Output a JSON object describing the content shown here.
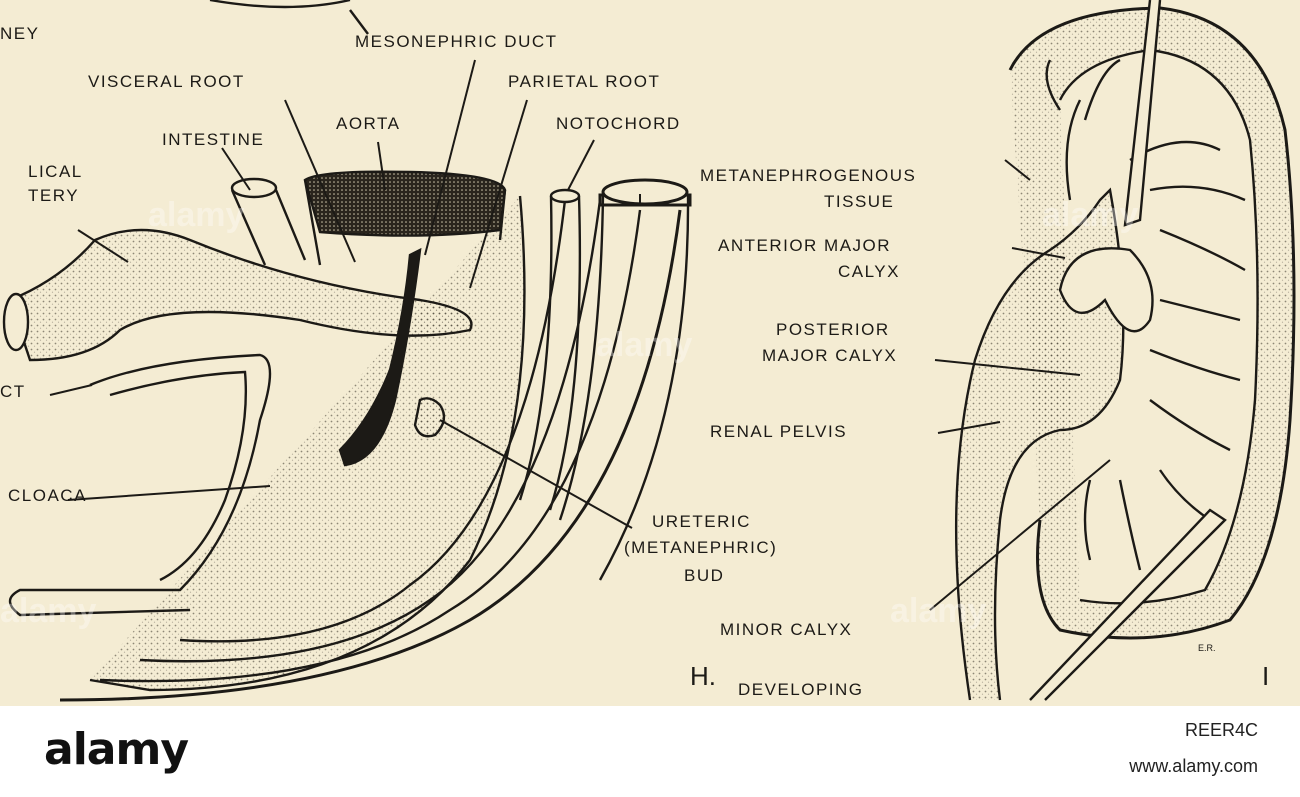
{
  "figure": {
    "labels": {
      "ney": "NEY",
      "mesonephric_duct": "MESONEPHRIC DUCT",
      "visceral_root": "VISCERAL ROOT",
      "parietal_root": "PARIETAL ROOT",
      "aorta": "AORTA",
      "notochord": "NOTOCHORD",
      "intestine": "INTESTINE",
      "lical": "LICAL",
      "tery": "TERY",
      "metanephrogenous": "METANEPHROGENOUS",
      "tissue": "TISSUE",
      "anterior_major": "ANTERIOR MAJOR",
      "calyx_1": "CALYX",
      "posterior": "POSTERIOR",
      "major_calyx": "MAJOR CALYX",
      "ct": "CT",
      "renal_pelvis": "RENAL PELVIS",
      "cloaca": "CLOACA",
      "ureteric": "URETERIC",
      "metanephric": "(METANEPHRIC)",
      "bud": "BUD",
      "minor_calyx": "MINOR CALYX",
      "developing": "DEVELOPING",
      "panel_h": "H.",
      "panel_i": "I",
      "artist_initials": "E.R."
    },
    "watermark": "alamy"
  },
  "footer": {
    "logo": "alamy",
    "image_id": "REER4C",
    "url": "www.alamy.com"
  },
  "colors": {
    "paper": "#f4ecd3",
    "ink": "#1c1a16",
    "footer_bg": "#ffffff"
  }
}
